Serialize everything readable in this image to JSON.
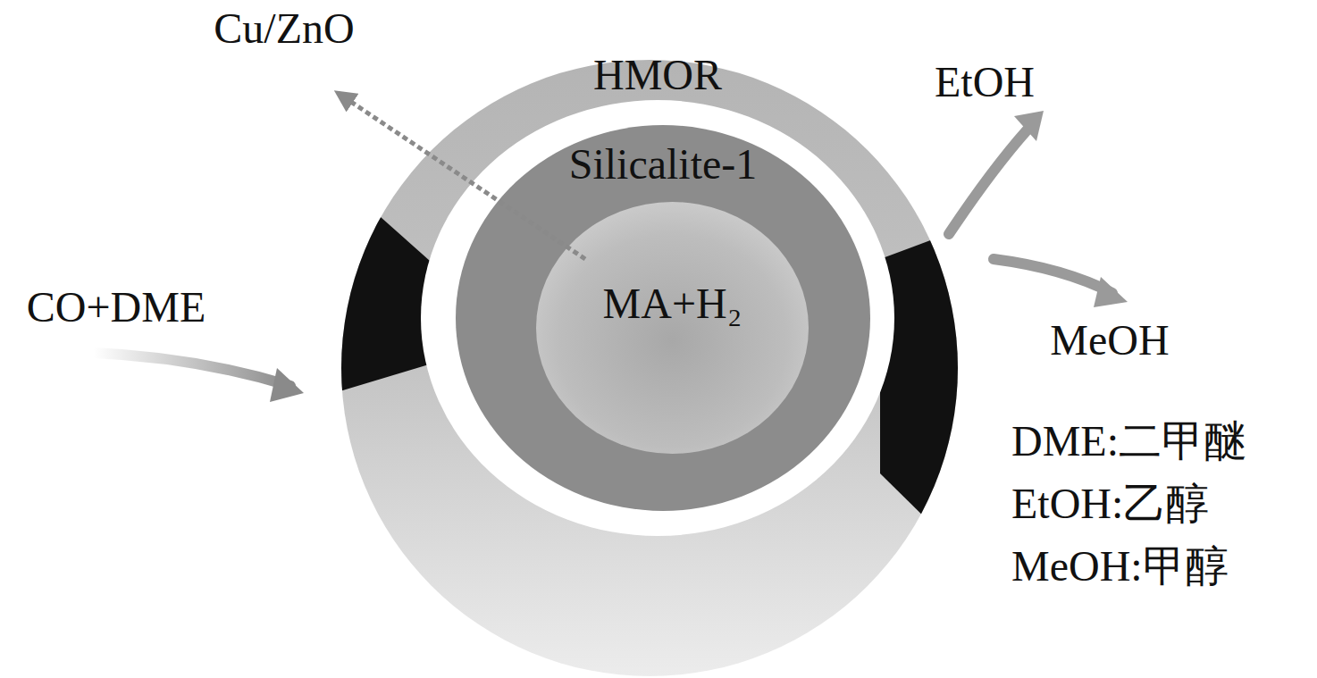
{
  "diagram": {
    "nodes": [
      {
        "text": [
          "HMOR"
        ]
      },
      {
        "text": [
          "Silicalite-1"
        ],
        "in": 0
      },
      {
        "text": [
          "MA+H₂"
        ],
        "in": 1
      }
    ],
    "labels": [
      "Cu/ZnO",
      "CO+DME",
      "EtOH",
      "MeOH",
      "DME:二甲醚",
      "EtOH:乙醇",
      "MeOH:甲醇"
    ]
  }
}
